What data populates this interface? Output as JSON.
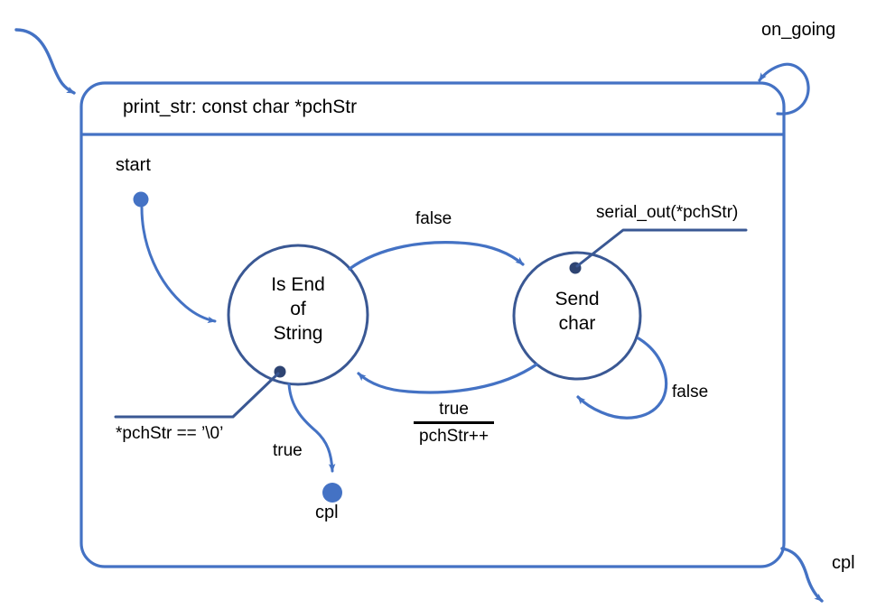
{
  "diagram": {
    "type": "uml-state-machine",
    "title": "print_str: const char *pchStr",
    "colors": {
      "arrow_blue": "#4472C4",
      "state_outline": "#3A5894",
      "box_border": "#4472C4",
      "text": "#000000",
      "rule_black": "#000000",
      "background": "#FFFFFF"
    },
    "outer_box": {
      "label": "print_str: const char *pchStr",
      "name": "print_str",
      "parameter": "const char *pchStr"
    },
    "external": {
      "entry_arrow_label": "",
      "self_loop_label": "on_going",
      "exit_label": "cpl"
    },
    "states": [
      {
        "id": "is-end-of-string",
        "label_lines": [
          "Is End",
          "of",
          "String"
        ],
        "label": "Is End of String",
        "annotation": "*pchStr == ’\\0’"
      },
      {
        "id": "send-char",
        "label_lines": [
          "Send",
          "char"
        ],
        "label": "Send char",
        "annotation": "serial_out(*pchStr)"
      }
    ],
    "pseudostates": [
      {
        "id": "start",
        "label": "start",
        "kind": "initial"
      },
      {
        "id": "cpl-internal",
        "label": "cpl",
        "kind": "final"
      }
    ],
    "transitions": [
      {
        "id": "t-start",
        "from": "start",
        "to": "is-end-of-string",
        "label": ""
      },
      {
        "id": "t-false-top",
        "from": "is-end-of-string",
        "to": "send-char",
        "label": "false"
      },
      {
        "id": "t-true-cpl",
        "from": "is-end-of-string",
        "to": "cpl-internal",
        "label": "true"
      },
      {
        "id": "t-return",
        "from": "send-char",
        "to": "is-end-of-string",
        "guard": "true",
        "action": "pchStr++"
      },
      {
        "id": "t-self-false",
        "from": "send-char",
        "to": "send-char",
        "label": "false"
      }
    ],
    "annotations": [
      {
        "id": "ann-pchstr-null",
        "text": "*pchStr == ’\\0’",
        "attached_to": "is-end-of-string"
      },
      {
        "id": "ann-serial-out",
        "text": "serial_out(*pchStr)",
        "attached_to": "send-char"
      }
    ]
  }
}
